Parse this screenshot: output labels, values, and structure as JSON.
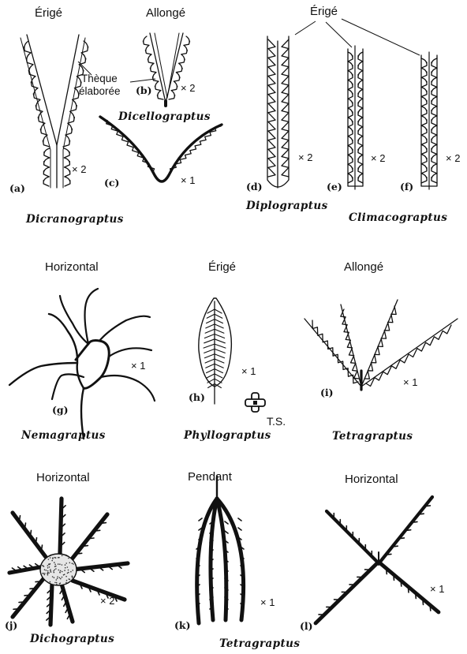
{
  "colors": {
    "ink": "#111111",
    "background": "#ffffff",
    "stipple": "#e6e6e6"
  },
  "orientation": {
    "a": "Érigé",
    "b": "Allongé",
    "def": "Érigé",
    "g": "Horizontal",
    "h": "Érigé",
    "i": "Allongé",
    "j": "Horizontal",
    "k": "Pendant",
    "l": "Horizontal"
  },
  "letters": {
    "a": "(a)",
    "b": "(b)",
    "c": "(c)",
    "d": "(d)",
    "e": "(e)",
    "f": "(f)",
    "g": "(g)",
    "h": "(h)",
    "i": "(i)",
    "j": "(j)",
    "k": "(k)",
    "l": "(l)"
  },
  "scales": {
    "a": "× 2",
    "b": "× 2",
    "c": "× 1",
    "d": "× 2",
    "e": "× 2",
    "f": "× 2",
    "g": "× 1",
    "h": "× 1",
    "i": "× 1",
    "j": "× 2",
    "k": "× 1",
    "l": "× 1"
  },
  "genera": {
    "dicranograptus": "Dicranograptus",
    "dicellograptus": "Dicellograptus",
    "diplograptus": "Diplograptus",
    "climacograptus": "Climacograptus",
    "nemagraptus": "Nemagraptus",
    "phyllograptus": "Phyllograptus",
    "tetragraptus_i": "Tetragraptus",
    "dichograptus": "Dichograptus",
    "tetragraptus_kl": "Tetragraptus"
  },
  "annotations": {
    "theca_line1": "Thèque",
    "theca_line2": "élaborée",
    "cross_section": "T.S."
  }
}
